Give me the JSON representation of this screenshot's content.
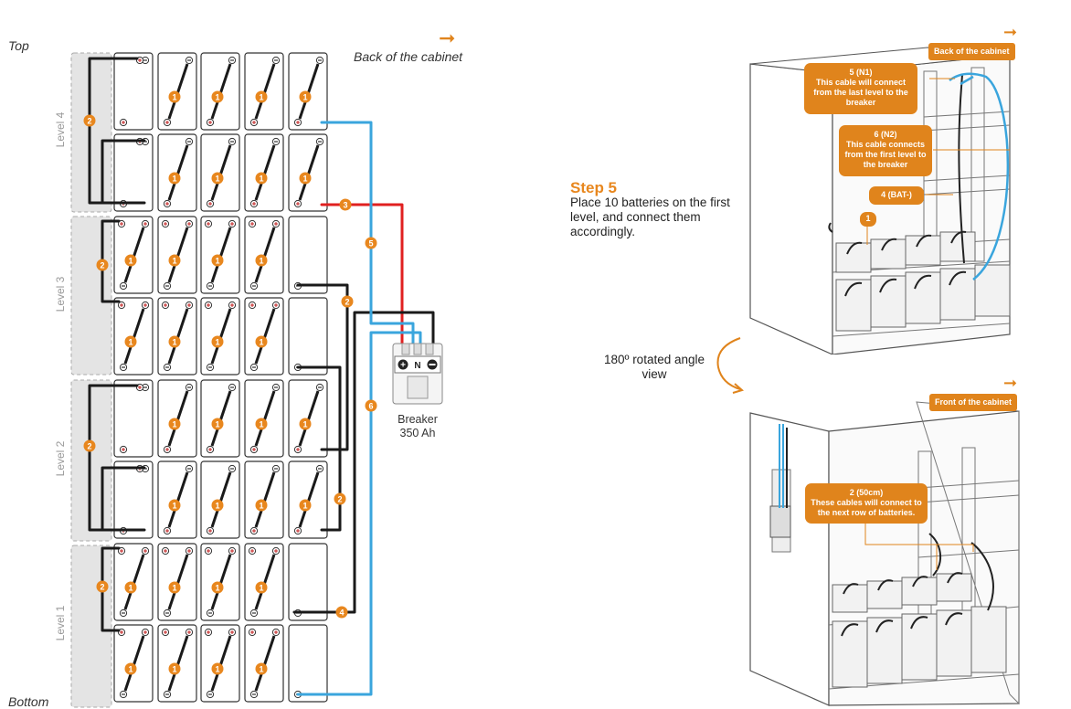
{
  "labels": {
    "top": "Top",
    "bottom": "Bottom",
    "back_of_cabinet": "Back of the cabinet",
    "level_4": "Level 4",
    "level_3": "Level 3",
    "level_2": "Level 2",
    "level_1": "Level 1",
    "breaker_name": "Breaker",
    "breaker_capacity": "350 Ah",
    "breaker_neutral": "N"
  },
  "markers": {
    "battery_link": "1",
    "row_link": "2",
    "bat_minus": "3",
    "bat_plus": "4",
    "n1": "5",
    "n2": "6"
  },
  "step": {
    "title": "Step 5",
    "description": "Place 10 batteries on the first level, and connect them accordingly."
  },
  "rotation": {
    "label": "180º rotated angle view"
  },
  "back_view": {
    "tag": "Back of the cabinet",
    "callout_n1_title": "5 (N1)",
    "callout_n1_text": "This cable will connect from the last level to the breaker",
    "callout_n2_title": "6 (N2)",
    "callout_n2_text": "This cable connects from the first level to the breaker",
    "callout_bat_minus": "4 (BAT-)",
    "callout_battery": "1"
  },
  "front_view": {
    "tag": "Front of the cabinet",
    "callout_row_title": "2 (50cm)",
    "callout_row_text": "These cables will connect to the next row of batteries."
  },
  "colors": {
    "accent": "#e8871e",
    "cable_black": "#1a1a1a",
    "cable_red": "#e02020",
    "cable_blue": "#3aa5dd",
    "level_shade": "#e4e4e4"
  },
  "icons": {
    "direction_arrow": "arrow-right-icon",
    "rotate_arrow": "rotate-arrow-icon",
    "positive_terminal": "plus-terminal-icon",
    "negative_terminal": "minus-terminal-icon"
  }
}
